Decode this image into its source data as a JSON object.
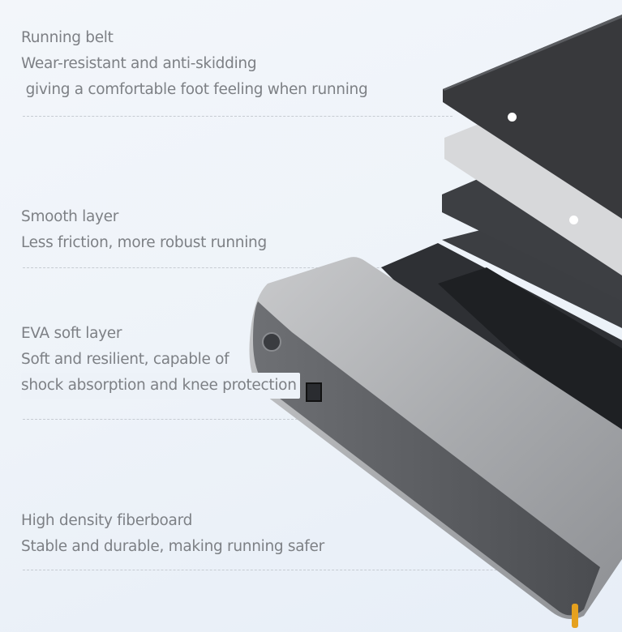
{
  "layers": [
    {
      "title": "Running belt",
      "lines": [
        "Wear-resistant and anti-skidding",
        " giving a comfortable foot feeling when running"
      ]
    },
    {
      "title": "Smooth layer",
      "lines": [
        "Less friction, more robust running"
      ]
    },
    {
      "title": "EVA soft layer",
      "lines": [
        "Soft and resilient, capable of",
        "shock absorption and knee protection"
      ]
    },
    {
      "title": "High density fiberboard",
      "lines": [
        "Stable and durable, making running safer"
      ]
    }
  ]
}
